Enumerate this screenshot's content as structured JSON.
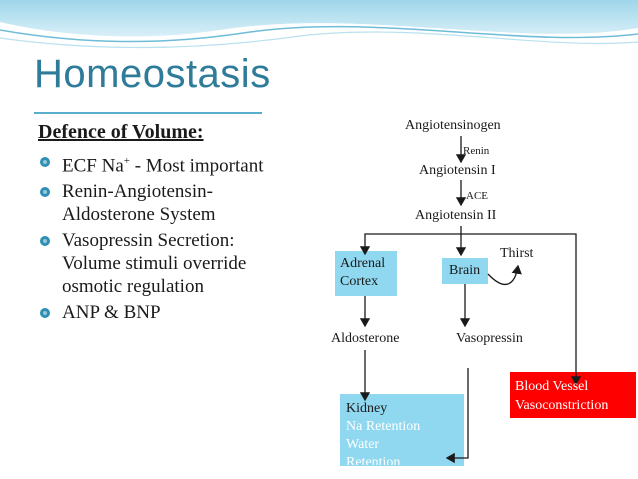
{
  "slide": {
    "title": "Homeostasis",
    "subheading": "Defence of Volume:",
    "bullets": [
      {
        "lines": [
          "ECF Na",
          "+",
          " - Most important"
        ]
      },
      {
        "lines": [
          "Renin-Angiotensin-",
          "Aldosterone System"
        ]
      },
      {
        "lines": [
          "Vasopressin Secretion:",
          "Volume stimuli override",
          "osmotic regulation"
        ]
      },
      {
        "lines": [
          "ANP & BNP"
        ]
      }
    ]
  },
  "diagram": {
    "angiotensinogen": "Angiotensinogen",
    "renin": "Renin",
    "angiotensin_1": "Angiotensin I",
    "ace": "ACE",
    "angiotensin_2": "Angiotensin II",
    "adrenal_line1": "Adrenal",
    "adrenal_line2": "Cortex",
    "brain": "Brain",
    "thirst": "Thirst",
    "aldosterone": "Aldosterone",
    "vasopressin": "Vasopressin",
    "blood_vessel_line1": "Blood Vessel",
    "blood_vessel_line2": "Vasoconstriction",
    "kidney_line1": "Kidney",
    "kidney_line2": "Na Retention",
    "kidney_line3": "Water",
    "kidney_line4": "Retention"
  },
  "colors": {
    "title": "#2e7c9a",
    "blue_box": "#8fd8f0",
    "red_box": "#ff0000",
    "bullet": "#2e8fb5"
  }
}
